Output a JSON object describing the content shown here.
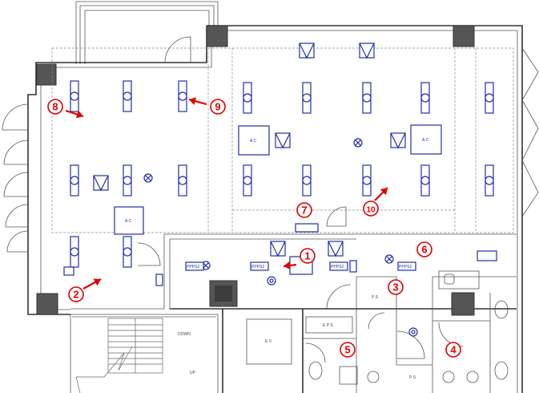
{
  "colors": {
    "fixture": "#1f2fa8",
    "marker": "#e00000",
    "wall": "#333333"
  },
  "markers": [
    "1",
    "2",
    "3",
    "4",
    "5",
    "6",
    "7",
    "8",
    "9",
    "10"
  ],
  "labels": {
    "ac_unit": "A C",
    "panel": "PPPS2",
    "ps": "P S",
    "eps": "E P S",
    "ev": "E V",
    "down": "DOWN",
    "up": "UP"
  }
}
